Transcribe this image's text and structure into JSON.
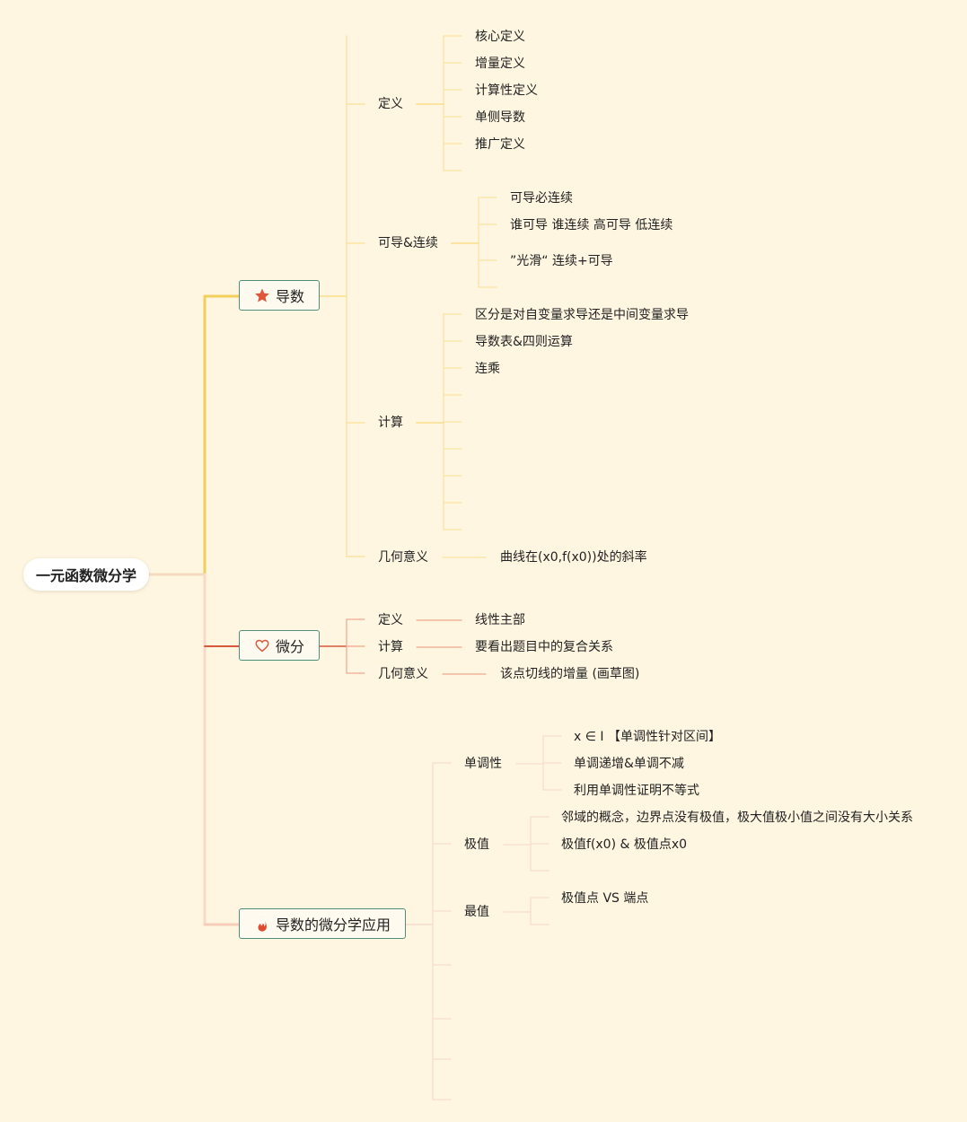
{
  "root": {
    "label": "一元函数微分学"
  },
  "branches": {
    "derivative": {
      "label": "导数",
      "icon": "star-icon",
      "color": "#f2cf5b",
      "definition": {
        "label": "定义",
        "items": [
          "核心定义",
          "增量定义",
          "计算性定义",
          "单侧导数",
          "推广定义"
        ]
      },
      "differentiable_continuous": {
        "label": "可导&连续",
        "items": [
          "可导必连续",
          "谁可导 谁连续 高可导 低连续",
          "”光滑“   连续+可导"
        ]
      },
      "calculation": {
        "label": "计算",
        "items": [
          "区分是对自变量求导还是中间变量求导",
          "导数表&四则运算",
          "连乘"
        ]
      },
      "geometric": {
        "label": "几何意义",
        "item": "曲线在(x0,f(x0))处的斜率"
      }
    },
    "differential": {
      "label": "微分",
      "icon": "heart-icon",
      "color": "#d9593c",
      "definition": {
        "label": "定义",
        "item": "线性主部"
      },
      "calculation": {
        "label": "计算",
        "item": "要看出题目中的复合关系"
      },
      "geometric": {
        "label": "几何意义",
        "item": "该点切线的增量 (画草图)"
      }
    },
    "application": {
      "label": "导数的微分学应用",
      "icon": "fire-icon",
      "color": "#f7cdb9",
      "monotonicity": {
        "label": "单调性",
        "items": [
          "x ∈ I 【单调性针对区间】",
          "单调递增&单调不减",
          "利用单调性证明不等式"
        ]
      },
      "extremum": {
        "label": "极值",
        "items": [
          "邻域的概念，边界点没有极值，极大值极小值之间没有大小关系",
          "极值f(x0)   &  极值点x0"
        ]
      },
      "maximum": {
        "label": "最值",
        "items": [
          "极值点 VS 端点"
        ]
      }
    }
  }
}
